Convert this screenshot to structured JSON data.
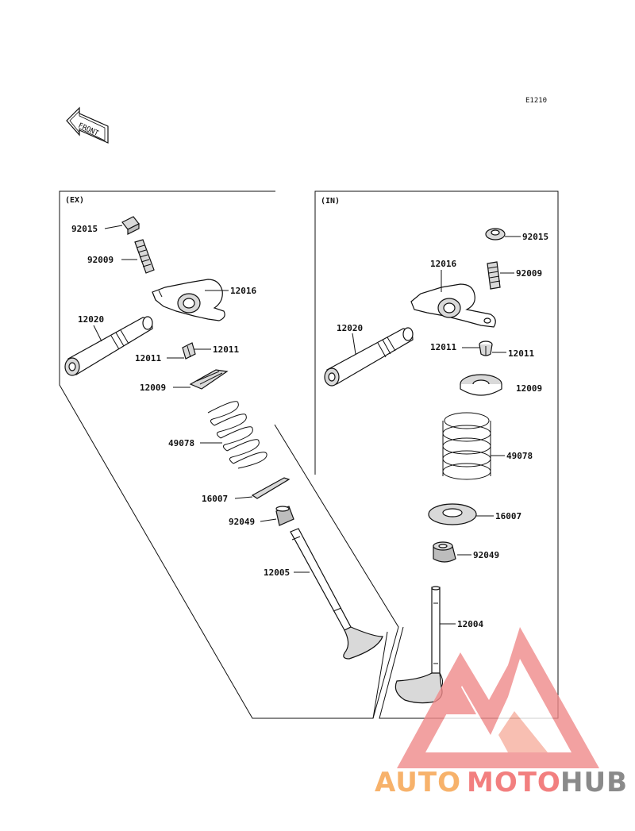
{
  "diagram": {
    "code": "E1210",
    "front_label": "FRONT",
    "sections": [
      {
        "id": "ex",
        "title": "(EX)"
      },
      {
        "id": "in",
        "title": "(IN)"
      }
    ],
    "ex_labels": {
      "nut": "92015",
      "spring_screw": "92009",
      "rocker_arm": "12016",
      "shaft": "12020",
      "keeper_left": "12011",
      "keeper_right": "12011",
      "retainer": "12009",
      "spring": "49078",
      "seat": "16007",
      "seal": "92049",
      "valve": "12005"
    },
    "in_labels": {
      "nut": "92015",
      "spring_screw": "92009",
      "rocker_arm": "12016",
      "shaft": "12020",
      "keeper_left": "12011",
      "keeper_right": "12011",
      "retainer": "12009",
      "spring": "49078",
      "seat": "16007",
      "seal": "92049",
      "valve": "12004"
    }
  },
  "watermark": {
    "part1": "AUTO",
    "part2": "MOTO",
    "part3": "HUB",
    "color_light": "#f7b26b",
    "color_mid": "#f27f7f",
    "color_dark": "#8a8a8a",
    "logo_color": "#f08a8a"
  }
}
